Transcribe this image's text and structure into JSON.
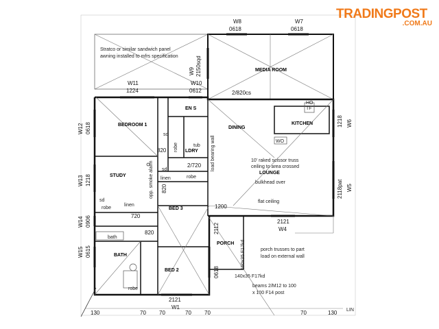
{
  "logo": {
    "main": "TRADINGPOST",
    "sub": ".COM.AU"
  },
  "rooms": {
    "media": "MEDIA ROOM",
    "bedroom1": "BEDROOM 1",
    "ens": "EN S",
    "dining": "DINING",
    "kitchen": "KITCHEN",
    "study": "STUDY",
    "ldry": "LDRY",
    "lounge": "LOUNGE",
    "bed3": "BED 3",
    "porch": "PORCH",
    "bath": "BATH",
    "bed2": "BED 2"
  },
  "windows": {
    "w8": "W8",
    "w8_size": "0618",
    "w7": "W7",
    "w7_size": "0618",
    "w9": "W9",
    "w9_size": "2150sqd",
    "w11": "W11",
    "w11_size": "1224",
    "w10": "W10",
    "w10_size": "0612",
    "w12": "W12",
    "w12_size": "0618",
    "w13": "W13",
    "w13_size": "1218",
    "w14": "W14",
    "w14_size": "0906",
    "w15": "W15",
    "w15_size": "0615",
    "w6": "W6",
    "w6_size": "1218",
    "w5": "W5",
    "w5_size": "2118pat",
    "w4": "W4",
    "w4_size": "2121",
    "w1": "W1",
    "w1_size": "2121",
    "w2_size": "2112",
    "w3_size": "0618"
  },
  "labels": {
    "door_2820": "2/820cs",
    "door_820a": "820",
    "door_2720": "2/720",
    "door_820b": "820",
    "door_720": "720",
    "door_820c": "820",
    "door_1200": "1200",
    "load_wall": "load bearing wall",
    "smoke": "opp. smoke alarm",
    "sd1": "sd",
    "sd2": "sd",
    "sd3": "sd",
    "robe1": "robe",
    "robe2": "robe",
    "robe3": "robe",
    "robe4": "robe",
    "linen1": "linen",
    "linen2": "linen",
    "bath_label": "bath",
    "tub": "tub",
    "tf": "TF",
    "wo": "WO",
    "ho": "HO",
    "flat_ceiling": "flat ceiling",
    "bulkhead": "bulkhead over",
    "post_size": "190x35 F17kd",
    "lintel": "140x35 F17kd",
    "lin": "LIN"
  },
  "notes": {
    "awning_1": "Stratco or similar sandwich panel",
    "awning_2": "awning installed to mfrs specification",
    "truss_1": "10' raked scissor truss",
    "truss_2": "ceiling to area crossed",
    "porch_1": "porch trusses to part",
    "porch_2": "load on external wall",
    "beams_1": "beams 2/M12 to 100",
    "beams_2": "x 100 F14 post"
  },
  "dims_bottom": [
    "130",
    "70",
    "70",
    "70",
    "70",
    "70",
    "130"
  ]
}
